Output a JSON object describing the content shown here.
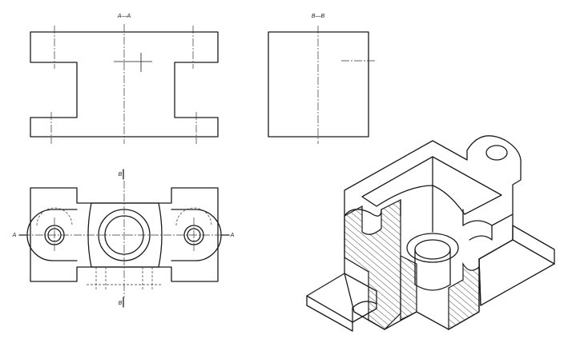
{
  "labels": {
    "section_aa": "A—A",
    "section_bb": "B—B",
    "cut_a_left": "A",
    "cut_a_right": "A",
    "cut_b_top": "B",
    "cut_b_bottom": "B"
  }
}
